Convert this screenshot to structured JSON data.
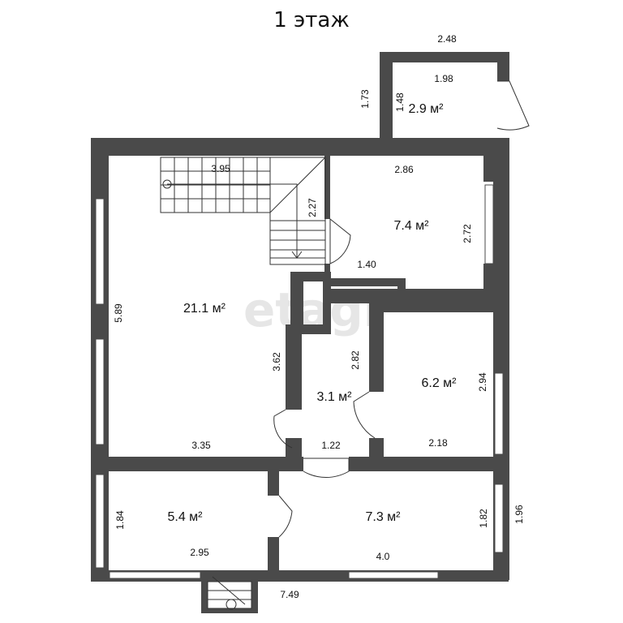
{
  "title": "1 этаж",
  "watermark": "etagi",
  "rooms": [
    {
      "id": "porch",
      "area": "2.9 м²"
    },
    {
      "id": "living",
      "area": "21.1 м²"
    },
    {
      "id": "kitchen",
      "area": "7.4 м²"
    },
    {
      "id": "hall",
      "area": "3.1 м²"
    },
    {
      "id": "room-e",
      "area": "6.2 м²"
    },
    {
      "id": "room-sw",
      "area": "5.4 м²"
    },
    {
      "id": "room-s",
      "area": "7.3 м²"
    }
  ],
  "dimensions": {
    "porch_width_outer": "2.48",
    "porch_width_inner": "1.98",
    "porch_height_outer": "1.73",
    "porch_height_inner": "1.48",
    "living_width_top": "3.95",
    "living_height": "5.89",
    "living_width_bottom": "3.35",
    "stair_height": "2.27",
    "hall_height_left": "3.62",
    "kitchen_width": "2.86",
    "kitchen_height": "2.72",
    "kitchen_door_width": "1.40",
    "hall_height_right": "2.82",
    "hall_width": "1.22",
    "room_e_height": "2.94",
    "room_e_width": "2.18",
    "room_sw_height": "1.84",
    "room_sw_width": "2.95",
    "room_s_width": "4.0",
    "room_s_height_inner": "1.82",
    "room_s_height_outer": "1.96",
    "total_width": "7.49"
  }
}
